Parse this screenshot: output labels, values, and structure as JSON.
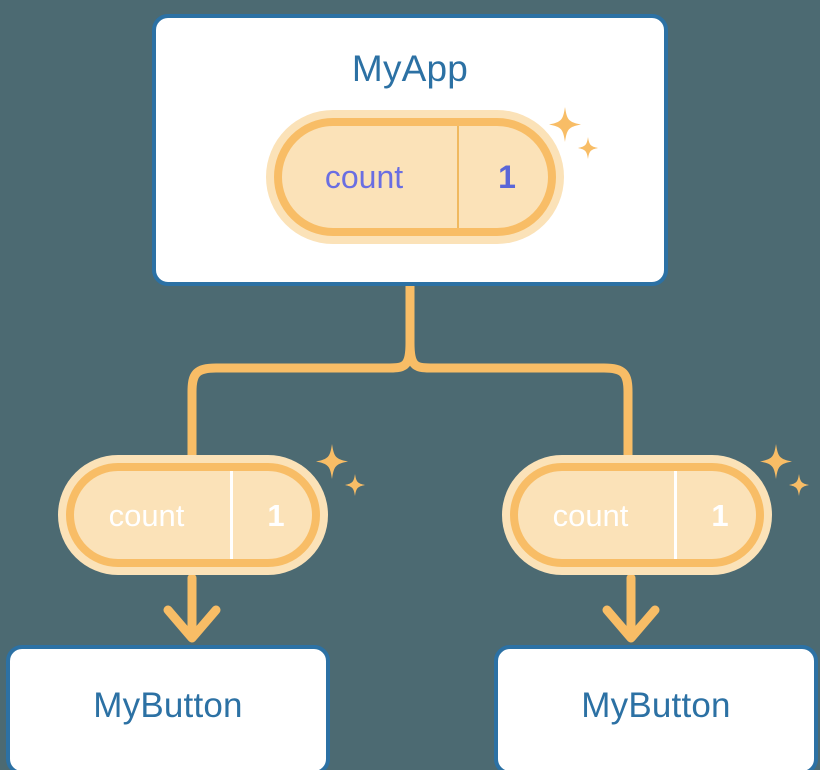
{
  "diagram": {
    "title": "MyApp component tree with shared count state",
    "background_color": "#4c6a72",
    "accent_colors": {
      "card_border": "#2c71a4",
      "card_text": "#2c71a4",
      "connector": "#f8bd66",
      "pill_ring": "#f8bd66",
      "pill_halo": "#fbe2b8",
      "pill_fill": "#5c62d6",
      "pill_key_text_hollow": "#6a6ee2",
      "pill_value_text_hollow": "#5a66d8",
      "pill_text_filled": "#ffffff",
      "sparkle": "#f8bd66"
    }
  },
  "root": {
    "label": "MyApp",
    "state": {
      "key": "count",
      "value": "1"
    }
  },
  "branches": [
    {
      "state": {
        "key": "count",
        "value": "1"
      },
      "label": "MyButton"
    },
    {
      "state": {
        "key": "count",
        "value": "1"
      },
      "label": "MyButton"
    }
  ],
  "icons": {
    "sparkle_large": "sparkle-icon",
    "sparkle_small": "sparkle-small-icon",
    "arrow_down": "arrow-down-icon"
  }
}
